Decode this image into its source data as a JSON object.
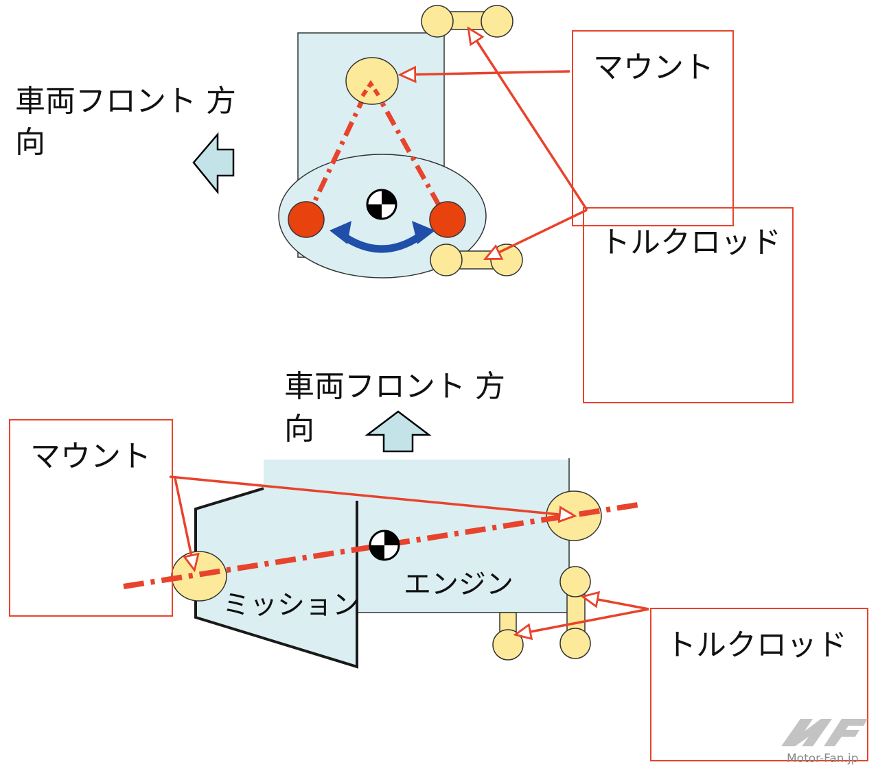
{
  "top_diagram": {
    "direction_label_line1": "車両フロント 方",
    "direction_label_line2": "向",
    "mount_label": "マウント",
    "torque_rod_label": "トルクロッド"
  },
  "bottom_diagram": {
    "direction_label_line1": "車両フロント 方",
    "direction_label_line2": "向",
    "mount_label": "マウント",
    "torque_rod_label": "トルクロッド",
    "transmission_label": "ミッション",
    "engine_label": "エンジン"
  },
  "watermark": {
    "text": "Motor-Fan.jp"
  },
  "colors": {
    "callout_red": "#e8432c",
    "mount_yellow": "#fde99a",
    "body_lightblue": "#dbeef2",
    "arrow_blue": "#1f4fa8",
    "arrow_cyan": "#c3e3e9"
  }
}
